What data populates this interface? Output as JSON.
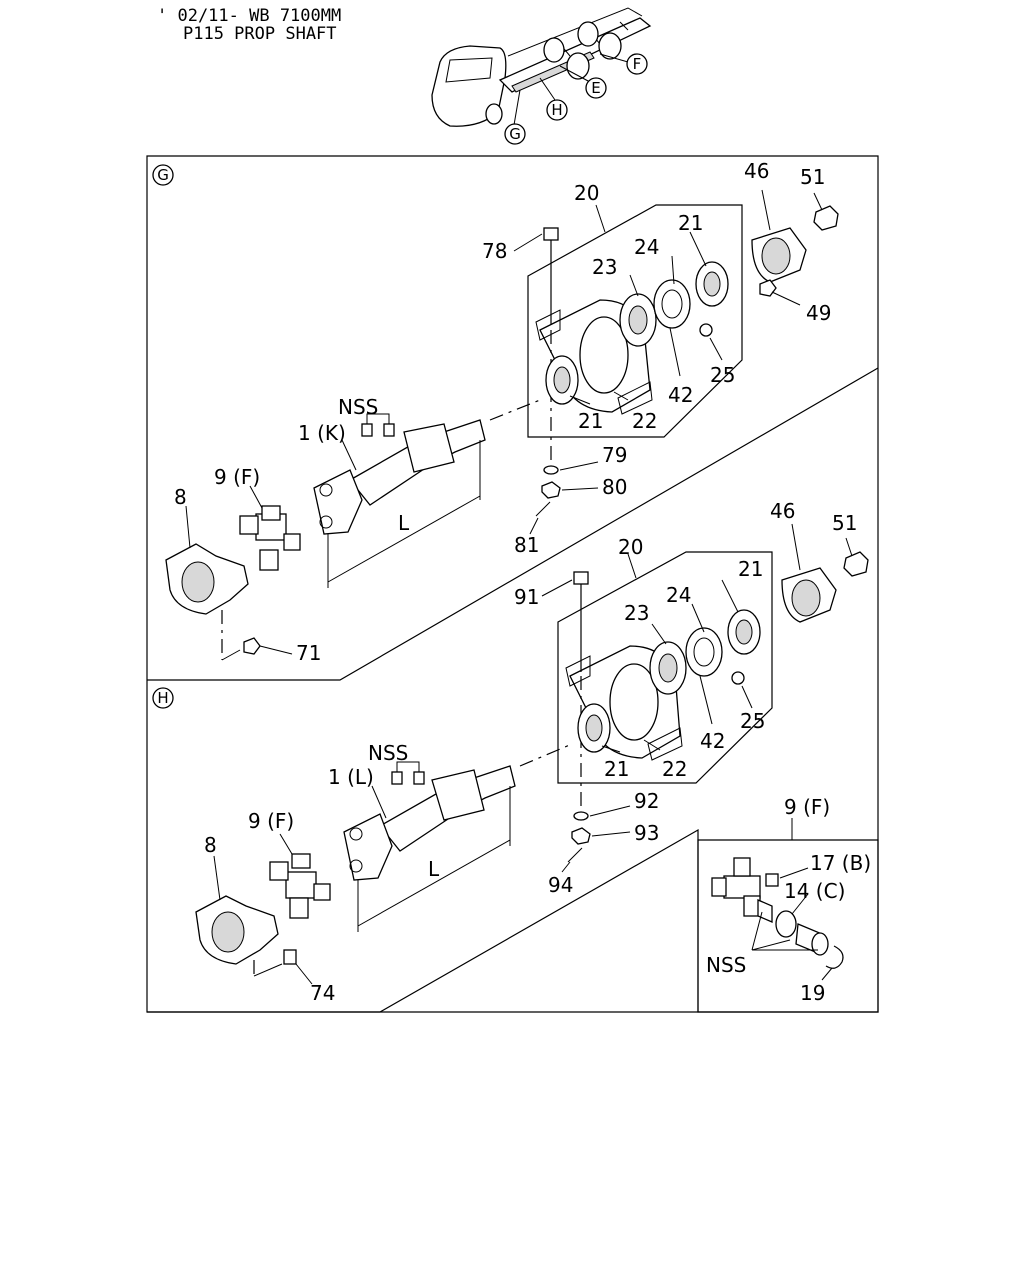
{
  "header": {
    "line1": "' 02/11- WB 7100MM",
    "line2": "P115 PROP SHAFT"
  },
  "overview": {
    "callouts": [
      "G",
      "H",
      "E",
      "F"
    ]
  },
  "section_g": {
    "tag": "G",
    "labels": {
      "p20": "20",
      "p46": "46",
      "p51": "51",
      "p78": "78",
      "p21a": "21",
      "p24": "24",
      "p23": "23",
      "p49": "49",
      "p25": "25",
      "p42": "42",
      "p21b": "21",
      "p22": "22",
      "nss": "NSS",
      "p1": "1 (K)",
      "p9": "9 (F)",
      "p8": "8",
      "L": "L",
      "p79": "79",
      "p80": "80",
      "p81": "81",
      "p71": "71"
    }
  },
  "section_h": {
    "tag": "H",
    "labels": {
      "p20": "20",
      "p46": "46",
      "p51": "51",
      "p91": "91",
      "p21a": "21",
      "p24": "24",
      "p23": "23",
      "p25": "25",
      "p42": "42",
      "p21b": "21",
      "p22": "22",
      "nss": "NSS",
      "p1": "1 (L)",
      "p9": "9 (F)",
      "p8": "8",
      "L": "L",
      "p92": "92",
      "p93": "93",
      "p94": "94",
      "p74": "74"
    }
  },
  "detail": {
    "title": "9 (F)",
    "labels": {
      "p17": "17 (B)",
      "p14": "14 (C)",
      "nss": "NSS",
      "p19": "19"
    }
  }
}
